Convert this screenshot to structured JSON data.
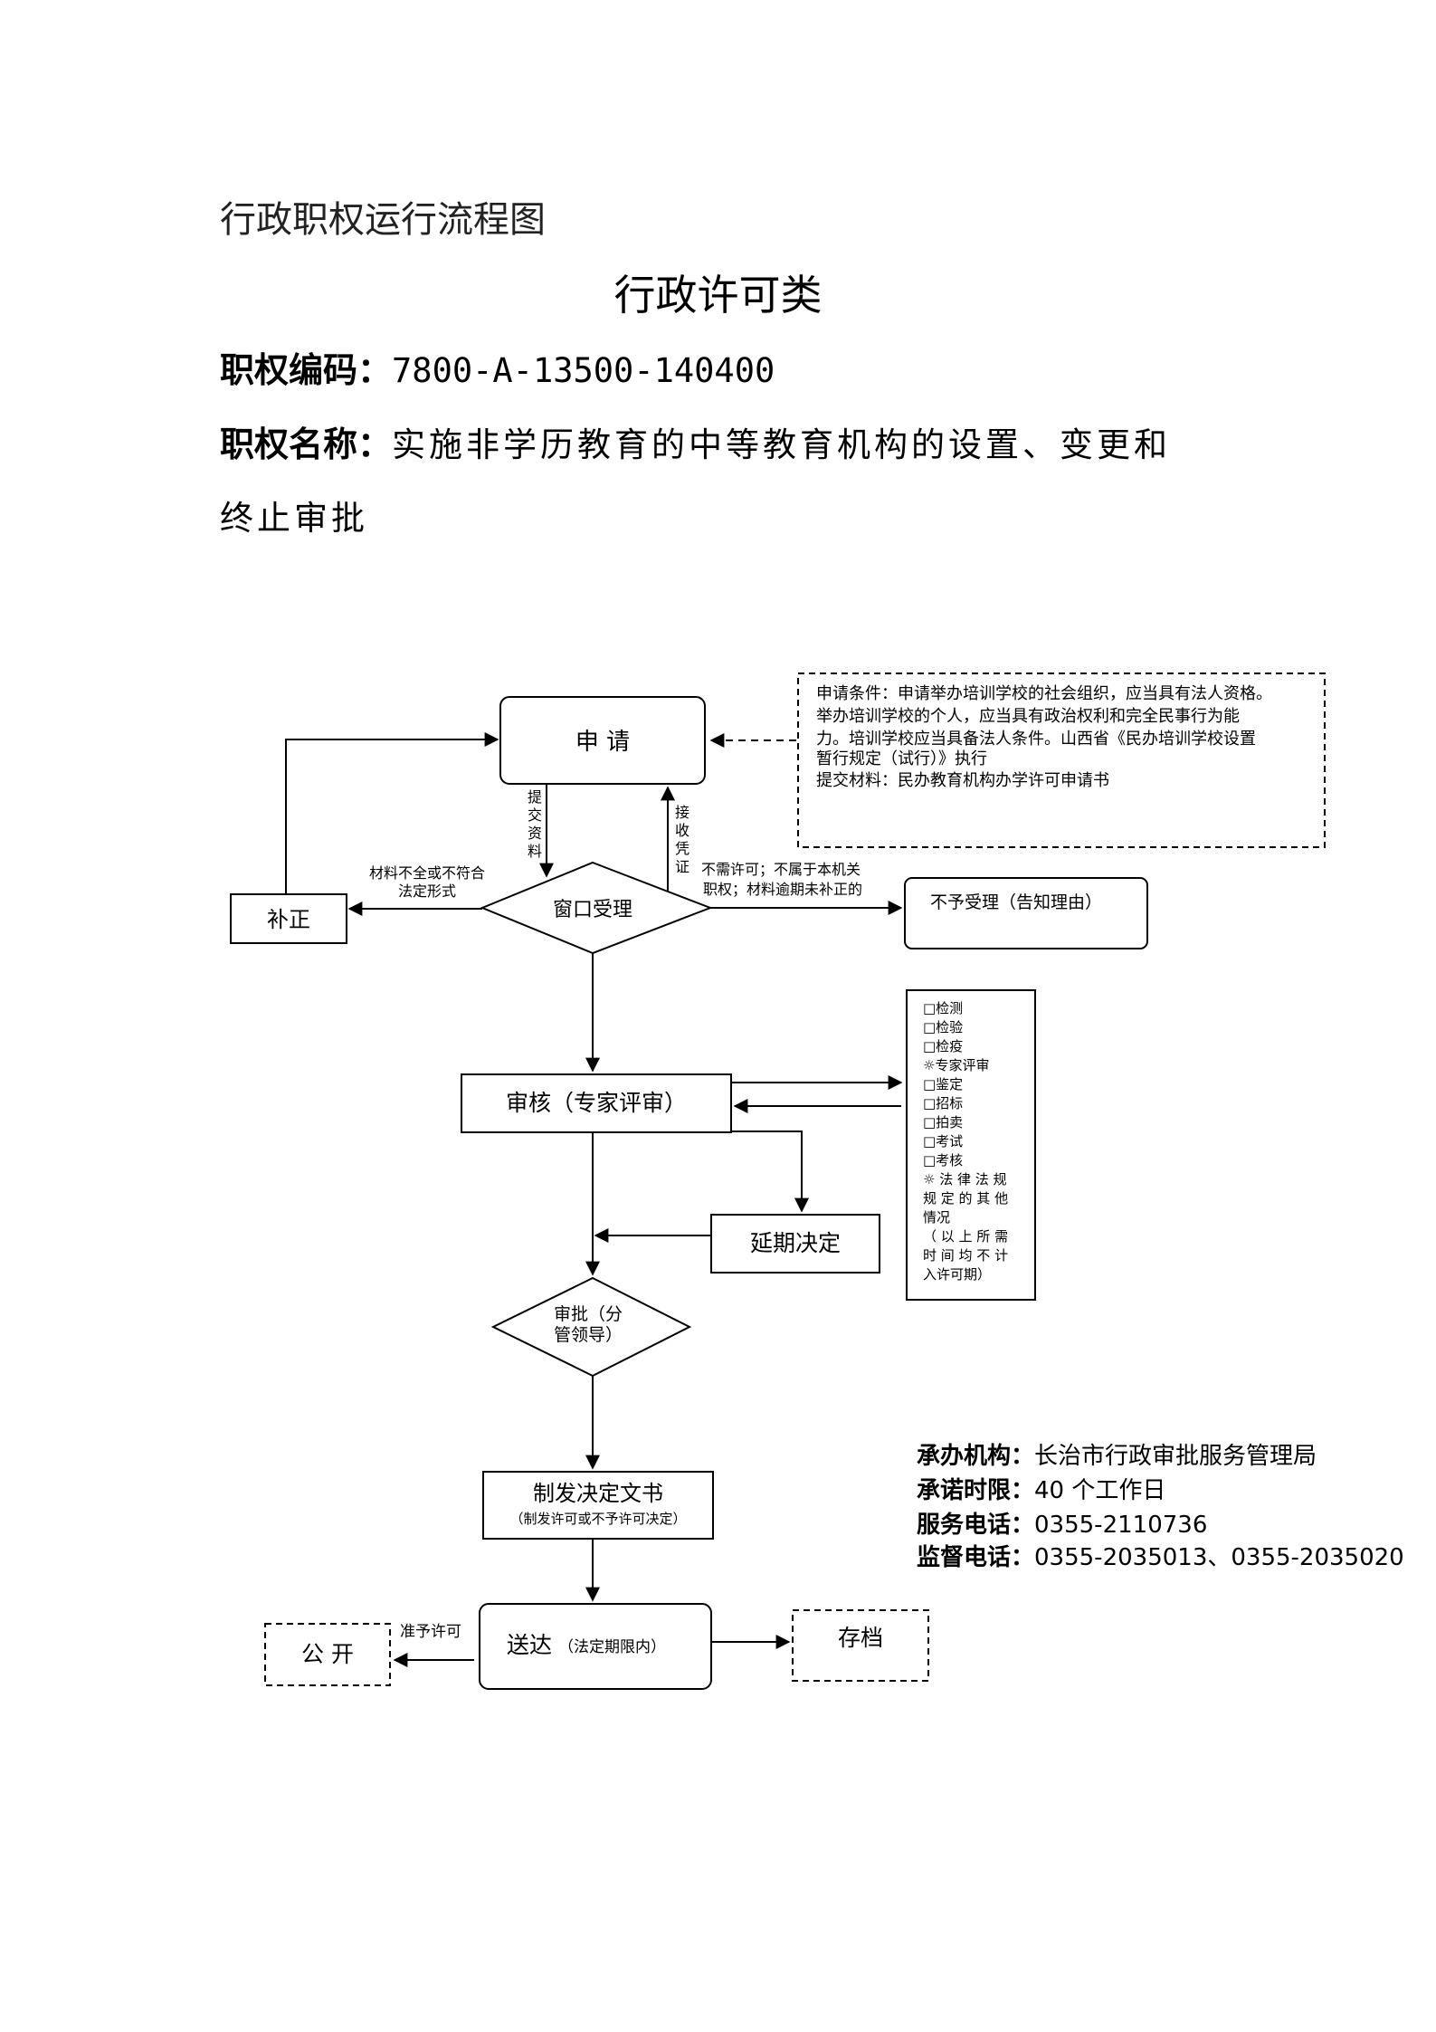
{
  "header": {
    "doc_type": "行政职权运行流程图",
    "category": "行政许可类",
    "code_label": "职权编码：",
    "code_value": "7800-A-13500-140400",
    "name_label": "职权名称：",
    "name_value_line1": "实施非学历教育的中等教育机构的设置、变更和",
    "name_value_line2": "终止审批"
  },
  "flow": {
    "apply": "申  请",
    "conditions": [
      "申请条件：申请举办培训学校的社会组织，应当具有法人资格。",
      "举办培训学校的个人，应当具有政治权利和完全民事行为能",
      "力。培训学校应当具备法人条件。山西省《民办培训学校设置",
      "暂行规定（试行）》执行",
      "提交材料：民办教育机构办学许可申请书"
    ],
    "submit_label": [
      "提",
      "交",
      "资",
      "料"
    ],
    "receipt_label": [
      "接",
      "收",
      "凭",
      "证"
    ],
    "window_accept": "窗口受理",
    "incomplete_label": [
      "材料不全或不符合",
      "法定形式"
    ],
    "correction": "补正",
    "reject_condition": [
      "不需许可；不属于本机关",
      "职权；材料逾期未补正的"
    ],
    "reject": "不予受理（告知理由）",
    "review": "审核（专家评审）",
    "procedures": [
      "□检测",
      "□检验",
      "□检疫",
      "☼专家评审",
      "□鉴定",
      "□招标",
      "□拍卖",
      "□考试",
      "□考核",
      "☼ 法 律 法 规",
      "规 定 的 其 他",
      "情况",
      "（ 以 上 所 需",
      "时 间 均 不 计",
      "入许可期）"
    ],
    "delay": "延期决定",
    "approve": [
      "审批（分",
      "管领导）"
    ],
    "issue_title": "制发决定文书",
    "issue_sub": "（制发许可或不予许可决定）",
    "deliver_title": "送达",
    "deliver_sub": "（法定期限内）",
    "publish_label": "准予许可",
    "publish": "公  开",
    "archive": "存档"
  },
  "info": {
    "agency_label": "承办机构：",
    "agency": "长治市行政审批服务管理局",
    "deadline_label": "承诺时限：",
    "deadline": "40 个工作日",
    "phone_label": "服务电话：",
    "phone": "0355-2110736",
    "supervise_label": "监督电话：",
    "supervise": "0355-2035013、0355-2035020"
  }
}
